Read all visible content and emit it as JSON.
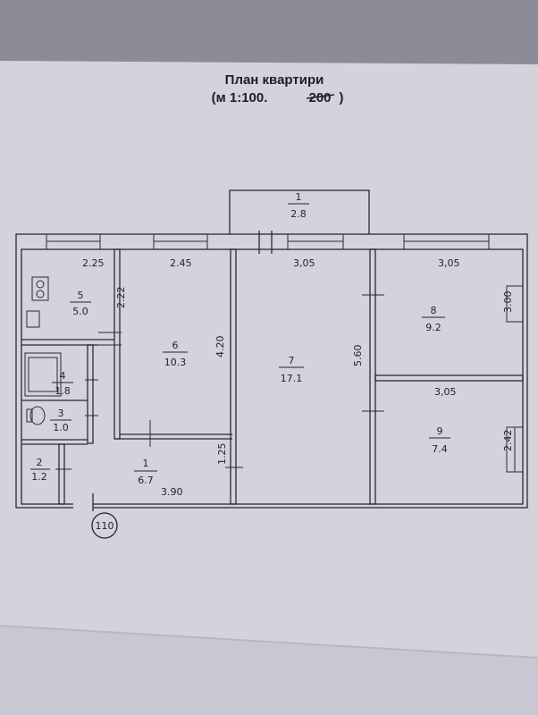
{
  "title": {
    "line1": "План квартири",
    "line2_prefix": "(м 1:100.",
    "line2_struck": "200",
    "line2_suffix": ")"
  },
  "rooms": [
    {
      "num": "1",
      "area": "2.8"
    },
    {
      "num": "1",
      "area": "6.7"
    },
    {
      "num": "2",
      "area": "1.2"
    },
    {
      "num": "3",
      "area": "1.0"
    },
    {
      "num": "4",
      "area": "1.8"
    },
    {
      "num": "5",
      "area": "5.0"
    },
    {
      "num": "6",
      "area": "10.3"
    },
    {
      "num": "7",
      "area": "17.1"
    },
    {
      "num": "8",
      "area": "9.2"
    },
    {
      "num": "9",
      "area": "7.4"
    }
  ],
  "dimensions": {
    "d225": "2.25",
    "d245": "2.45",
    "d305a": "3,05",
    "d305b": "3,05",
    "d305c": "3,05",
    "d222": "2.22",
    "d420": "4.20",
    "d560": "5.60",
    "d300": "3.00",
    "d242": "2.42",
    "d390": "3.90",
    "d125": "1.25"
  },
  "stamp": "110"
}
